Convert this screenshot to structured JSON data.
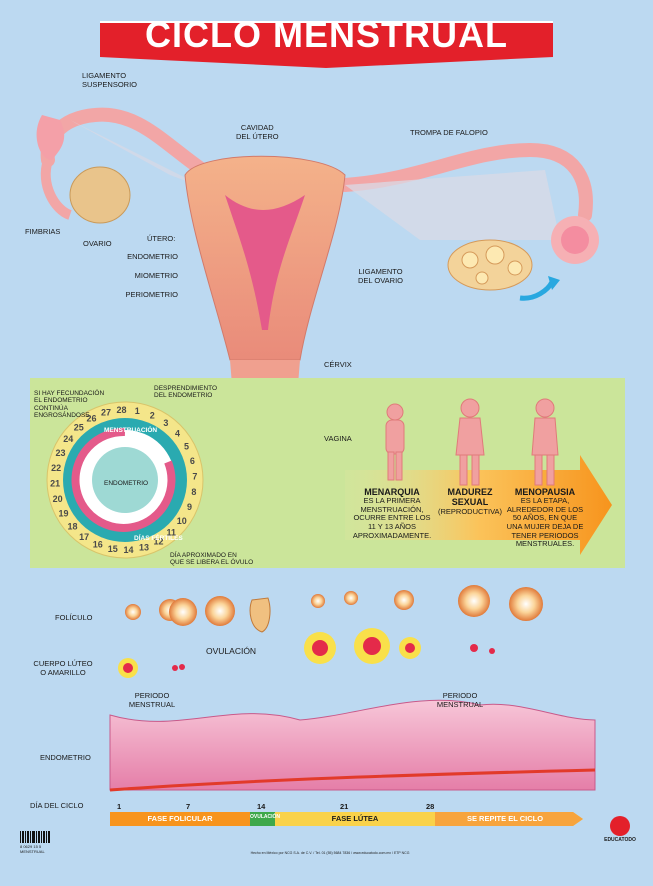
{
  "title": "CICLO MENSTRUAL",
  "anatomy": {
    "ligamento_suspensorio": "LIGAMENTO\nSUSPENSORIO",
    "cavidad": "CAVIDAD\nDEL ÚTERO",
    "trompa": "TROMPA DE FALOPIO",
    "fimbrias": "FIMBRIAS",
    "ovario": "OVARIO",
    "utero": "ÚTERO:",
    "endometrio": "ENDOMETRIO",
    "miometrio": "MIOMETRIO",
    "perimetrio": "PERIOMETRIO",
    "ligamento_ovario": "LIGAMENTO\nDEL OVARIO",
    "cervix": "CÉRVIX",
    "vagina": "VAGINA"
  },
  "cycle_wheel": {
    "fecundacion": "SI HAY FECUNDACIÓN\nEL ENDOMETRIO\nCONTINÚA\nENGROSÁNDOSE",
    "desprendimiento": "DESPRENDIMIENTO\nDEL ENDOMETRIO",
    "menstruacion": "MENSTRUACIÓN",
    "endometrio": "ENDOMETRIO",
    "dias_fertiles": "DÍAS FÉRTILES",
    "dia_aproximado": "DÍA APROXIMADO EN\nQUE SE LIBERA EL ÓVULO",
    "days": [
      "1",
      "2",
      "3",
      "4",
      "5",
      "6",
      "7",
      "8",
      "9",
      "10",
      "11",
      "12",
      "13",
      "14",
      "15",
      "16",
      "17",
      "18",
      "19",
      "20",
      "21",
      "22",
      "23",
      "24",
      "25",
      "26",
      "27",
      "28"
    ]
  },
  "life_stages": {
    "menarquia_title": "MENARQUIA",
    "menarquia_text": "ES LA PRIMERA\nMENSTRUACIÓN,\nOCURRE ENTRE LOS\n11 Y 13 AÑOS\nAPROXIMADAMENTE.",
    "madurez_title": "MADUREZ\nSEXUAL",
    "madurez_text": "(REPRODUCTIVA)",
    "menopausia_title": "MENOPAUSIA",
    "menopausia_text": "ES LA ETAPA,\nALREDEDOR DE LOS\n50 AÑOS, EN QUE\nUNA MUJER DEJA DE\nTENER PERIODOS\nMENSTRUALES."
  },
  "lower": {
    "foliculo": "FOLÍCULO",
    "ovulacion": "OVULACIÓN",
    "cuerpo_luteo": "CUERPO LÚTEO\nO AMARILLO",
    "periodo_menstrual": "PERIODO\nMENSTRUAL",
    "endometrio": "ENDOMETRIO",
    "dia_del_ciclo": "DÍA DEL CICLO",
    "day_marks": [
      "1",
      "7",
      "14",
      "21",
      "28"
    ],
    "fase_folicular": "FASE FOLICULAR",
    "ovulacion_bar": "OVULACIÓN",
    "fase_lutea": "FASE LÚTEA",
    "se_repite": "SE REPITE EL CICLO"
  },
  "footer": {
    "code": "8 0629 15 5\nMENSTRUAL",
    "credit": "Hecho en México por NCG S.A. de C.V. / Tel. 01 (55) 5684 7836 / www.educatodo.com.mx / ETP NCG",
    "brand": "EDUCATODO"
  },
  "colors": {
    "title_bg": "#e3202a",
    "background": "#bcd9f1",
    "panel": "#cbe59a",
    "arrow": "#f7941d"
  }
}
